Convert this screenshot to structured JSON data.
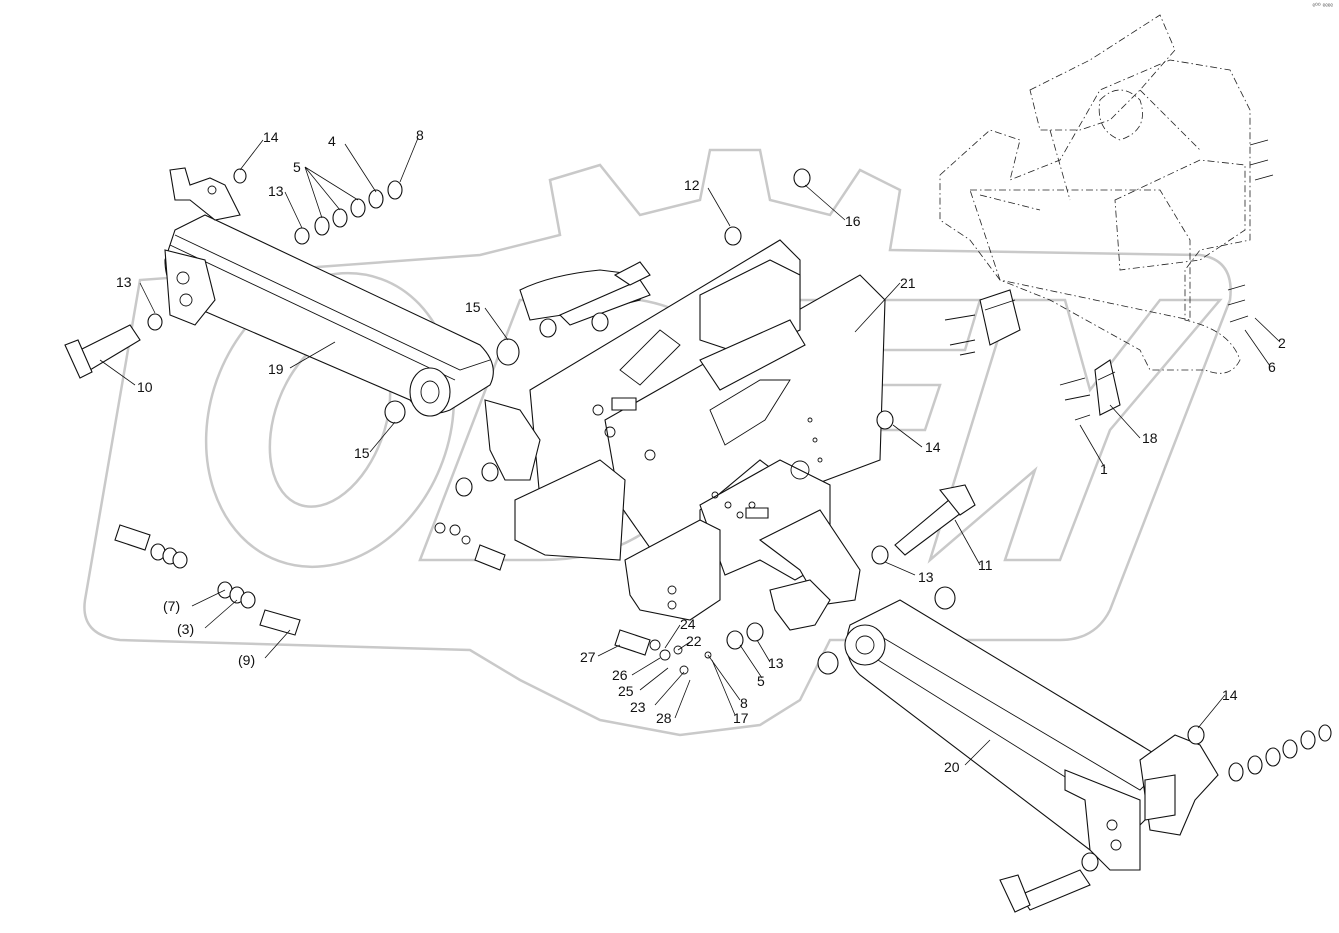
{
  "corner_mark": "ᵉ⁰⁰ ᵉᵉᵉᵉ",
  "callouts": [
    "14",
    "8",
    "4",
    "5",
    "13",
    "13",
    "10",
    "19",
    "15",
    "15",
    "12",
    "16",
    "21",
    "2",
    "6",
    "18",
    "1",
    "14",
    "13",
    "11",
    "(7)",
    "(3)",
    "(9)",
    "27",
    "24",
    "22",
    "26",
    "25",
    "23",
    "28",
    "8",
    "17",
    "5",
    "13",
    "14",
    "20"
  ],
  "colors": {
    "line": "#111111",
    "watermark": "#c9c9c9",
    "background": "#ffffff"
  }
}
